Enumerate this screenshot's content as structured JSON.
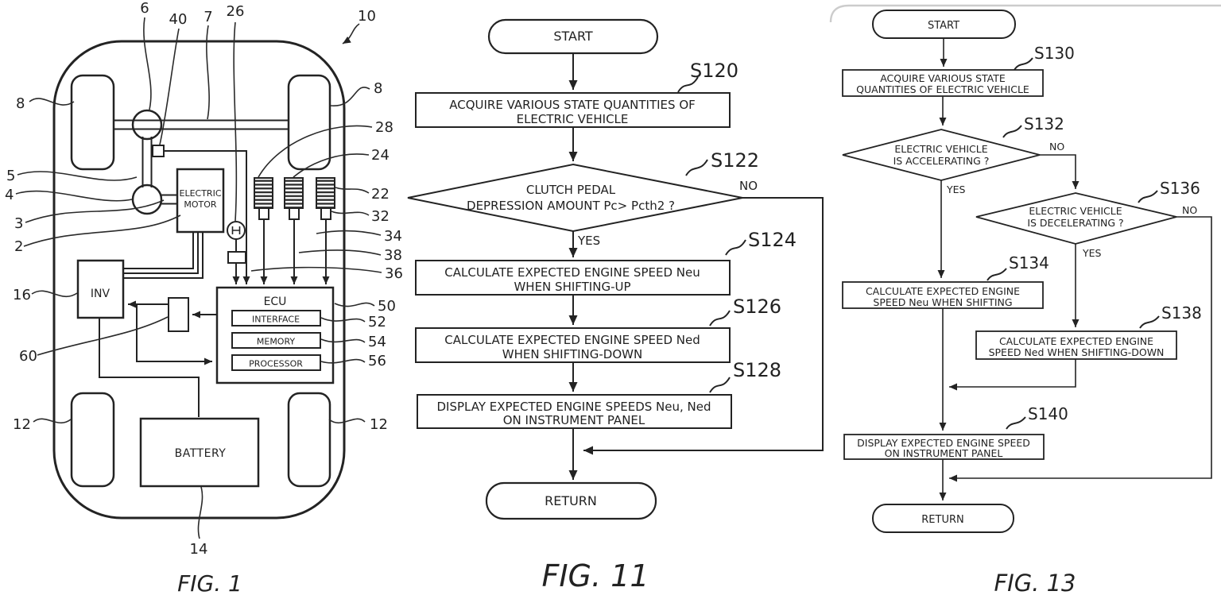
{
  "colors": {
    "line": "#232323",
    "background": "#ffffff",
    "artifact_gray": "#cccccc"
  },
  "figures": {
    "fig1": {
      "caption": "FIG. 1",
      "components": {
        "electric_motor_line1": "ELECTRIC",
        "electric_motor_line2": "MOTOR",
        "inv": "INV",
        "ecu": "ECU",
        "interface": "INTERFACE",
        "memory": "MEMORY",
        "processor": "PROCESSOR",
        "battery": "BATTERY"
      },
      "refs": {
        "r6": "6",
        "r40": "40",
        "r7": "7",
        "r26": "26",
        "r10": "10",
        "r8l": "8",
        "r8r": "8",
        "r5": "5",
        "r4": "4",
        "r3": "3",
        "r2": "2",
        "r16": "16",
        "r60": "60",
        "r12l": "12",
        "r12r": "12",
        "r14": "14",
        "r28": "28",
        "r24": "24",
        "r22": "22",
        "r32": "32",
        "r34": "34",
        "r38": "38",
        "r36": "36",
        "r50": "50",
        "r52": "52",
        "r54": "54",
        "r56": "56"
      }
    },
    "fig11": {
      "caption": "FIG. 11",
      "start_label": "START",
      "return_label": "RETURN",
      "yes_label": "YES",
      "no_label": "NO",
      "steps": {
        "s120": {
          "id": "S120",
          "line1": "ACQUIRE VARIOUS STATE QUANTITIES OF",
          "line2": "ELECTRIC VEHICLE"
        },
        "s122": {
          "id": "S122",
          "line1": "CLUTCH PEDAL",
          "line2": "DEPRESSION AMOUNT Pc> Pcth2 ?"
        },
        "s124": {
          "id": "S124",
          "line1": "CALCULATE EXPECTED ENGINE SPEED Neu",
          "line2": "WHEN SHIFTING-UP"
        },
        "s126": {
          "id": "S126",
          "line1": "CALCULATE EXPECTED ENGINE SPEED Ned",
          "line2": "WHEN SHIFTING-DOWN"
        },
        "s128": {
          "id": "S128",
          "line1": "DISPLAY EXPECTED ENGINE SPEEDS Neu, Ned",
          "line2": "ON INSTRUMENT PANEL"
        }
      }
    },
    "fig13": {
      "caption": "FIG. 13",
      "start_label": "START",
      "return_label": "RETURN",
      "yes_label": "YES",
      "no_label": "NO",
      "steps": {
        "s130": {
          "id": "S130",
          "line1": "ACQUIRE VARIOUS STATE",
          "line2": "QUANTITIES OF ELECTRIC VEHICLE"
        },
        "s132": {
          "id": "S132",
          "line1": "ELECTRIC VEHICLE",
          "line2": "IS ACCELERATING ?"
        },
        "s134": {
          "id": "S134",
          "line1": "CALCULATE EXPECTED ENGINE",
          "line2": "SPEED Neu WHEN SHIFTING"
        },
        "s136": {
          "id": "S136",
          "line1": "ELECTRIC VEHICLE",
          "line2": "IS DECELERATING ?"
        },
        "s138": {
          "id": "S138",
          "line1": "CALCULATE EXPECTED ENGINE",
          "line2": "SPEED Ned WHEN SHIFTING-DOWN"
        },
        "s140": {
          "id": "S140",
          "line1": "DISPLAY EXPECTED ENGINE SPEED",
          "line2": "ON INSTRUMENT PANEL"
        }
      }
    }
  }
}
